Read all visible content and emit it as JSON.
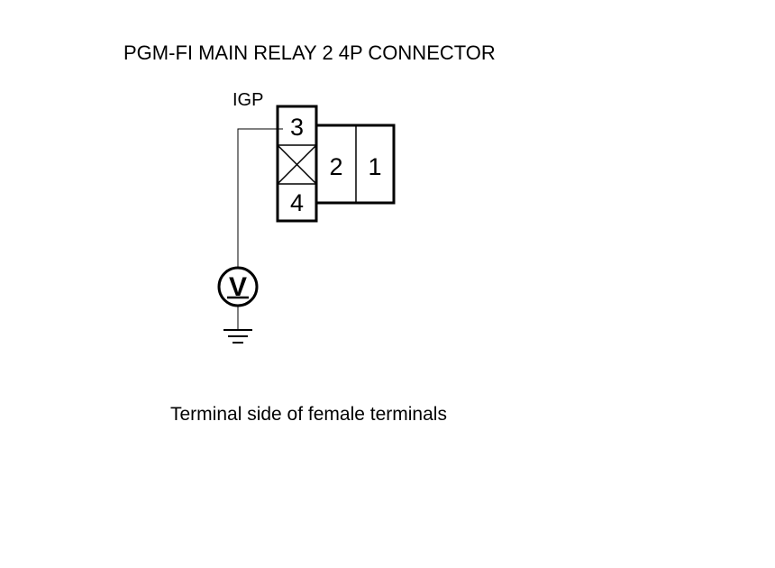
{
  "title": "PGM-FI MAIN RELAY 2 4P CONNECTOR",
  "wire_label": "IGP",
  "connector": {
    "pins": [
      {
        "number": "3"
      },
      {
        "number": "4"
      },
      {
        "number": "2"
      },
      {
        "number": "1"
      }
    ],
    "unused_cavity": "crossed-box"
  },
  "meter": {
    "symbol": "V",
    "icon": "voltmeter-icon"
  },
  "ground_icon": "ground-icon",
  "caption": "Terminal side of female terminals"
}
